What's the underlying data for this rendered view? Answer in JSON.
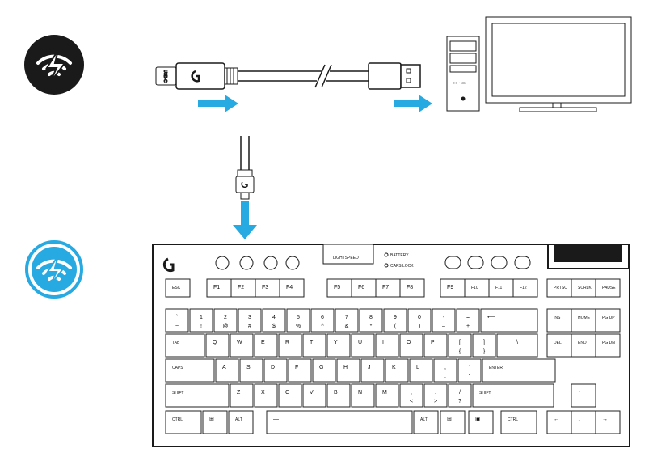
{
  "colors": {
    "accent": "#27a9e1",
    "ink": "#1a1a1a"
  },
  "icons": {
    "wireless_off": "lightspeed-wireless-off-icon",
    "wireless_charging": "lightspeed-wireless-charge-icon"
  },
  "cable": {
    "plug_label": "USB-C"
  },
  "keyboard": {
    "lightspeed_label": "LIGHTSPEED",
    "battery_label": "BATTERY",
    "capslock_label": "CAPS LOCK",
    "rows": [
      [
        "ESC",
        "F1",
        "F2",
        "F3",
        "F4",
        "F5",
        "F6",
        "F7",
        "F8",
        "F9",
        "F10",
        "F11",
        "F12",
        "PRTSC",
        "SCRLK",
        "PAUSE"
      ],
      [
        "`|~",
        "1|!",
        "2|@",
        "3|#",
        "4|$",
        "5|%",
        "6|^",
        "7|&",
        "8|*",
        "9|(",
        "0|)",
        "-|–",
        "=|+",
        "⟵",
        "INS",
        "HOME",
        "PG UP"
      ],
      [
        "TAB",
        "Q",
        "W",
        "E",
        "R",
        "T",
        "Y",
        "U",
        "I",
        "O",
        "P",
        "[|{",
        "]|}",
        "\\||",
        "DEL",
        "END",
        "PG DN"
      ],
      [
        "CAPS",
        "A",
        "S",
        "D",
        "F",
        "G",
        "H",
        "J",
        "K",
        "L",
        ";|:",
        "'|\"",
        "ENTER"
      ],
      [
        "SHIFT",
        "Z",
        "X",
        "C",
        "V",
        "B",
        "N",
        "M",
        ",|<",
        ".|>",
        "/|?",
        "SHIFT",
        "↑"
      ],
      [
        "CTRL",
        "⊞",
        "ALT",
        "—",
        "ALT",
        "⊞",
        "▣",
        "CTRL",
        "←",
        "↓",
        "→"
      ]
    ]
  }
}
